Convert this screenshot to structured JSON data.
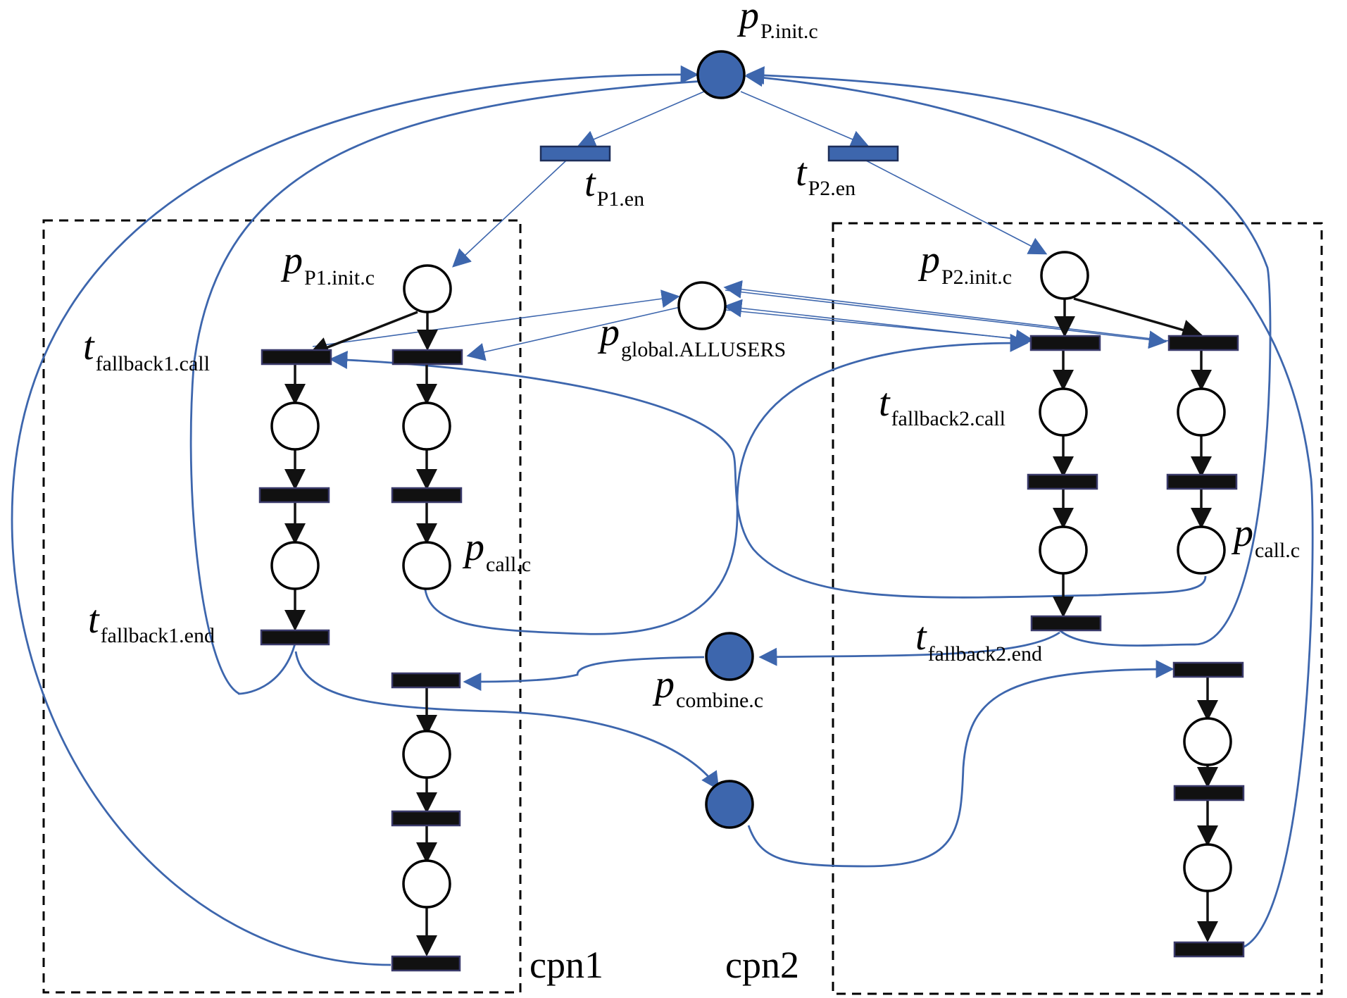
{
  "labels": {
    "p_top": {
      "main": "p",
      "sub": "P.init.c"
    },
    "t_p1en": {
      "main": "t",
      "sub": "P1.en"
    },
    "t_p2en": {
      "main": "t",
      "sub": "P2.en"
    },
    "p_p1init": {
      "main": "p",
      "sub": "P1.init.c"
    },
    "p_p2init": {
      "main": "p",
      "sub": "P2.init.c"
    },
    "p_global": {
      "main": "p",
      "sub": "global.ALLUSERS"
    },
    "t_fb1call": {
      "main": "t",
      "sub": "fallback1.call"
    },
    "t_fb2call": {
      "main": "t",
      "sub": "fallback2.call"
    },
    "p_call1": {
      "main": "p",
      "sub": "call.c"
    },
    "p_call2": {
      "main": "p",
      "sub": "call.c"
    },
    "t_fb1end": {
      "main": "t",
      "sub": "fallback1.end"
    },
    "t_fb2end": {
      "main": "t",
      "sub": "fallback2.end"
    },
    "p_combine": {
      "main": "p",
      "sub": "combine.c"
    }
  },
  "boxes": {
    "cpn1": "cpn1",
    "cpn2": "cpn2"
  },
  "colors": {
    "arc_blue": "#3d66ad",
    "place_fill": "#3d66ad",
    "node_black": "#111111"
  }
}
